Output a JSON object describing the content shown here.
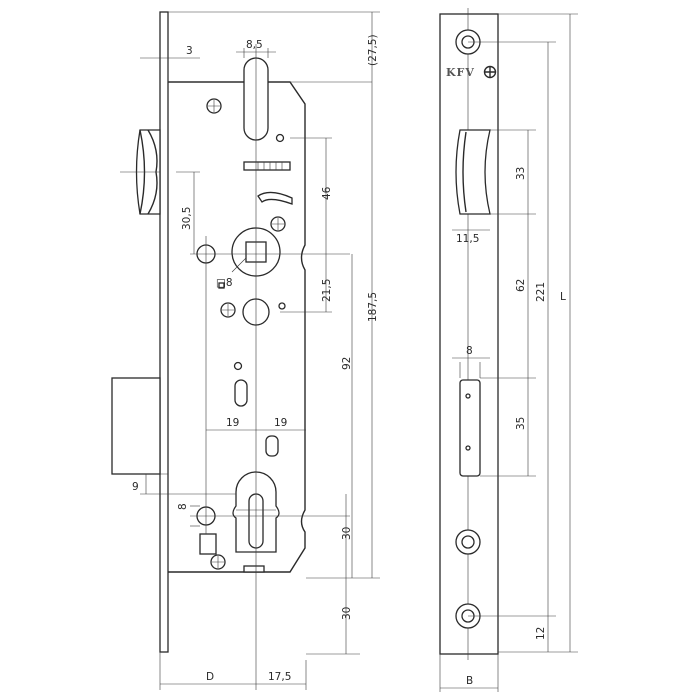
{
  "drawing": {
    "brand": "KFV",
    "dimensions": {
      "d_3": "3",
      "d_8_5": "8,5",
      "d_27_5": "(27,5)",
      "d_46": "46",
      "d_30_5": "30,5",
      "d_sq8": "□8",
      "d_21_5": "21,5",
      "d_187_5": "187,5",
      "d_92": "92",
      "d_19_left": "19",
      "d_19_right": "19",
      "d_9": "9",
      "d_8_left": "8",
      "d_30_upper": "30",
      "d_30_lower": "30",
      "d_D": "D",
      "d_17_5": "17,5",
      "d_33": "33",
      "d_11_5": "11,5",
      "d_62": "62",
      "d_221": "221",
      "d_L": "L",
      "d_8_plate": "8",
      "d_35": "35",
      "d_12": "12",
      "d_B": "B"
    }
  }
}
